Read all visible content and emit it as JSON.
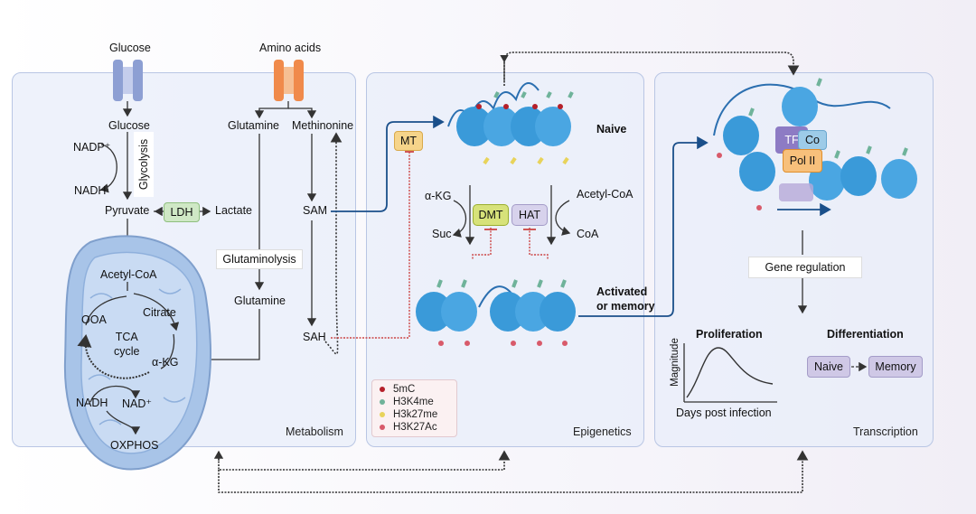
{
  "panels": {
    "metabolism": "Metabolism",
    "epigenetics": "Epigenetics",
    "transcription": "Transcription"
  },
  "metabolism": {
    "glucose_top": "Glucose",
    "amino_acids": "Amino acids",
    "glucose": "Glucose",
    "nadp": "NADP⁺",
    "nadh_top": "NADH",
    "glycolysis": "Glycolysis",
    "pyruvate": "Pyruvate",
    "ldh": "LDH",
    "lactate": "Lactate",
    "glutamine_top": "Glutamine",
    "methionine": "Methinonine",
    "glutaminolysis": "Glutaminolysis",
    "glutamine_bottom": "Glutamine",
    "sam": "SAM",
    "sah": "SAH",
    "acetyl_coa": "Acetyl-CoA",
    "citrate": "Citrate",
    "ooa": "OOA",
    "tca": "TCA\ncycle",
    "akg": "α-KG",
    "nadh": "NADH",
    "nad": "NAD⁺",
    "oxphos": "OXPHOS"
  },
  "epigenetics": {
    "mt": "MT",
    "naive": "Naive",
    "akg": "α-KG",
    "suc": "Suc",
    "dmt": "DMT",
    "hat": "HAT",
    "acetyl_coa": "Acetyl-CoA",
    "coa": "CoA",
    "activated": "Activated\nor memory"
  },
  "legend": [
    {
      "label": "5mC",
      "color": "#b5202a"
    },
    {
      "label": "H3K4me",
      "color": "#6fb39a"
    },
    {
      "label": "H3k27me",
      "color": "#e8d35a"
    },
    {
      "label": "H3K27Ac",
      "color": "#d85a6a"
    }
  ],
  "transcription": {
    "tf": "TF",
    "co": "Co",
    "pol2": "Pol II",
    "gene_regulation": "Gene regulation",
    "proliferation": "Proliferation",
    "differentiation": "Differentiation",
    "magnitude": "Magnitude",
    "days": "Days post infection",
    "naive": "Naive",
    "memory": "Memory"
  },
  "colors": {
    "nucleosome": "#3a9ad9",
    "panel_border": "#b9c6e4",
    "mito": "#a8c4e8",
    "channel_glucose": "#8d9fd3",
    "channel_amino": "#f08a4b"
  }
}
